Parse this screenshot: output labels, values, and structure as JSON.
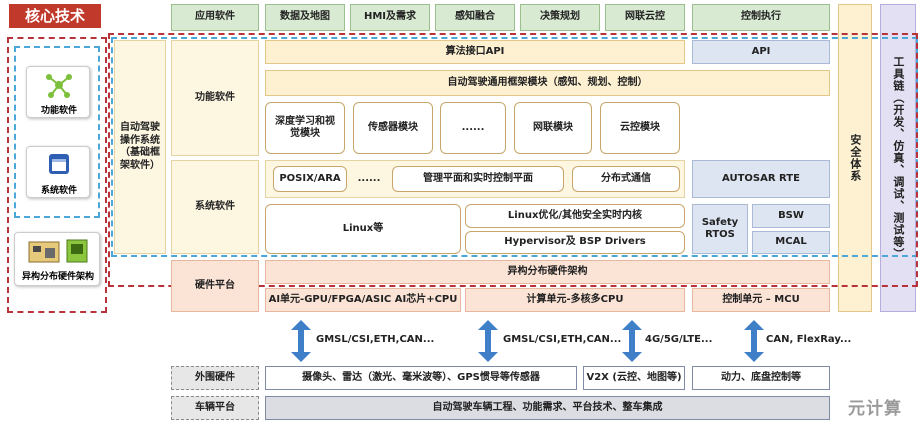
{
  "header": {
    "core_tech": "核心技术"
  },
  "top_row": {
    "app_software": "应用软件",
    "items": [
      "数据及地图",
      "HMI及需求",
      "感知融合",
      "决策规划",
      "网联云控",
      "控制执行"
    ]
  },
  "left_panel": {
    "func_software": "功能软件",
    "sys_software": "系统软件",
    "hetero_arch": "异构分布硬件架构"
  },
  "os_label": "自动驾驶操作系统（基础框架软件）",
  "func_section": {
    "label": "功能软件",
    "algo_api": "算法接口API",
    "api": "API",
    "framework": "自动驾驶通用框架模块（感知、规划、控制）",
    "modules": [
      "深度学习和视觉模块",
      "传感器模块",
      "......",
      "网联模块",
      "云控模块"
    ]
  },
  "sys_section": {
    "label": "系统软件",
    "posix": "POSIX/ARA",
    "dots": "......",
    "mgmt": "管理平面和实时控制平面",
    "dist_comm": "分布式通信",
    "autosar_rte": "AUTOSAR RTE",
    "linux": "Linux等",
    "linux_opt": "Linux优化/其他安全实时内核",
    "hypervisor": "Hypervisor及 BSP Drivers",
    "safety_rtos": "Safety RTOS",
    "bsw": "BSW",
    "mcal": "MCAL"
  },
  "hw_section": {
    "label": "硬件平台",
    "hetero": "异构分布硬件架构",
    "ai_unit": "AI单元-GPU/FPGA/ASIC AI芯片+CPU",
    "compute": "计算单元-多核多CPU",
    "control": "控制单元 – MCU"
  },
  "arrows": [
    "GMSL/CSI,ETH,CAN...",
    "GMSL/CSI,ETH,CAN...",
    "4G/5G/LTE...",
    "CAN, FlexRay..."
  ],
  "peripheral": {
    "label": "外围硬件",
    "sensors": "摄像头、雷达（激光、毫米波等）、GPS惯导等传感器",
    "v2x": "V2X (云控、地图等)",
    "power": "动力、底盘控制等"
  },
  "vehicle": {
    "label": "车辆平台",
    "content": "自动驾驶车辆工程、功能需求、平台技术、整车集成"
  },
  "safety": "安全体系",
  "toolchain": "工具链（开发、仿真、调试、测试等）",
  "watermark": "元计算",
  "colors": {
    "red_frame": "#b8323a",
    "blue_frame": "#4aa7d8",
    "arrow": "#3f7fc7",
    "header_bg": "#c0392b"
  }
}
